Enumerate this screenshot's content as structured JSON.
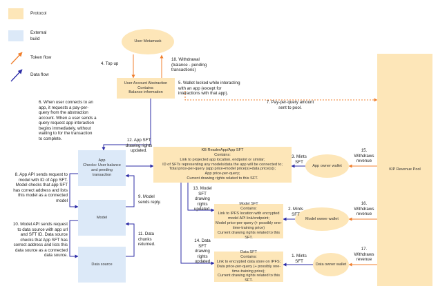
{
  "legend": {
    "protocol": "Protocol",
    "external": "External build",
    "token_flow": "Token flow",
    "data_flow": "Data flow"
  },
  "colors": {
    "protocol": "#fde6b8",
    "external": "#dce9f8",
    "token_flow": "#f07f2d",
    "data_flow": "#2b2ba6"
  },
  "nodes": {
    "user_metamask": "User Metamask",
    "user_account": [
      "User Account Abstraction",
      "Contains:",
      "Balance information"
    ],
    "app": [
      "App",
      "Checks: User balance",
      "and pending",
      "transaction"
    ],
    "model": "Model",
    "data_source": "Data source",
    "kb_reader": [
      "KB ReaderApp/App SFT",
      "Contains:",
      "Link to projected app location, endpoint or similar;",
      "ID of SFTs representing any models/data the app will be connected to;",
      "Total price-per-query (app price+model price(s)+data price(s));",
      "App price-per-query;",
      "Current drawing rights related to this SFT."
    ],
    "model_sft": [
      "Model SFT",
      "Contains:",
      "Link to IPFS location with encrypted",
      "model API link/endpoint;",
      "Model price-per-query (+ possibly one-",
      "time-training price)",
      "Current drawing rights related to this SFT."
    ],
    "data_sft": [
      "Data SFT",
      "Contains:",
      "Link to encrypted data store on IPFS;",
      "Data price-per-query (+ possibly one-",
      "time-training price);",
      "Current drawing rights related to this SFT."
    ],
    "app_owner_wallet": "App owner wallet",
    "model_owner_wallet": "Model owner wallet",
    "data_owner_wallet": "Data owner wallet",
    "kip_pool": "KIP Revenue Pool"
  },
  "labels": {
    "l4": "4. Top up",
    "l18": [
      "18. Withdrawal",
      "(balance - pending",
      "transactions)"
    ],
    "l5": [
      "5. Wallet locked while interacting",
      "with an app (except for",
      "interactions with that app)."
    ],
    "l6": [
      "6. When user connects to an",
      "app, it requests a pay-per-",
      "query from the abstraction",
      "account. When a user sends a",
      "query request app interaction",
      "begins immediately, without",
      "waiting to for the transaction",
      "to complete."
    ],
    "l7": [
      "7. Pay-per-query amount",
      "sent to pool."
    ],
    "l12": [
      "12. App SFT",
      "drawing rights",
      "updated."
    ],
    "l8": [
      "8. App API sends request to",
      "model with ID of App SFT.",
      "Model checks that app SFT",
      "has correct address and lists",
      "this model as a connected",
      "model"
    ],
    "l9": [
      "9. Model",
      "sends reply."
    ],
    "l10": [
      "10. Model API sends request",
      "to data source with app url",
      "and SFT ID. Data source",
      "checks that App SFT has",
      "correct address and lists this",
      "data source as a connected",
      "data source."
    ],
    "l11": [
      "11. Data",
      "chunks",
      "returned."
    ],
    "l13": [
      "13. Model",
      "SFT",
      "drawing",
      "rights",
      "updated."
    ],
    "l14": [
      "14. Data",
      "SFT",
      "drawing",
      "rights",
      "updated"
    ],
    "l3": [
      "3. Mints",
      "SFT"
    ],
    "l2": [
      "2. Mints",
      "SFT"
    ],
    "l1": [
      "1. Mints",
      "SFT"
    ],
    "l15": [
      "15.",
      "Withdraws",
      "revenue"
    ],
    "l16": [
      "16.",
      "Withdraws",
      "revenue"
    ],
    "l17": [
      "17.",
      "Withdraws",
      "revenue"
    ]
  }
}
